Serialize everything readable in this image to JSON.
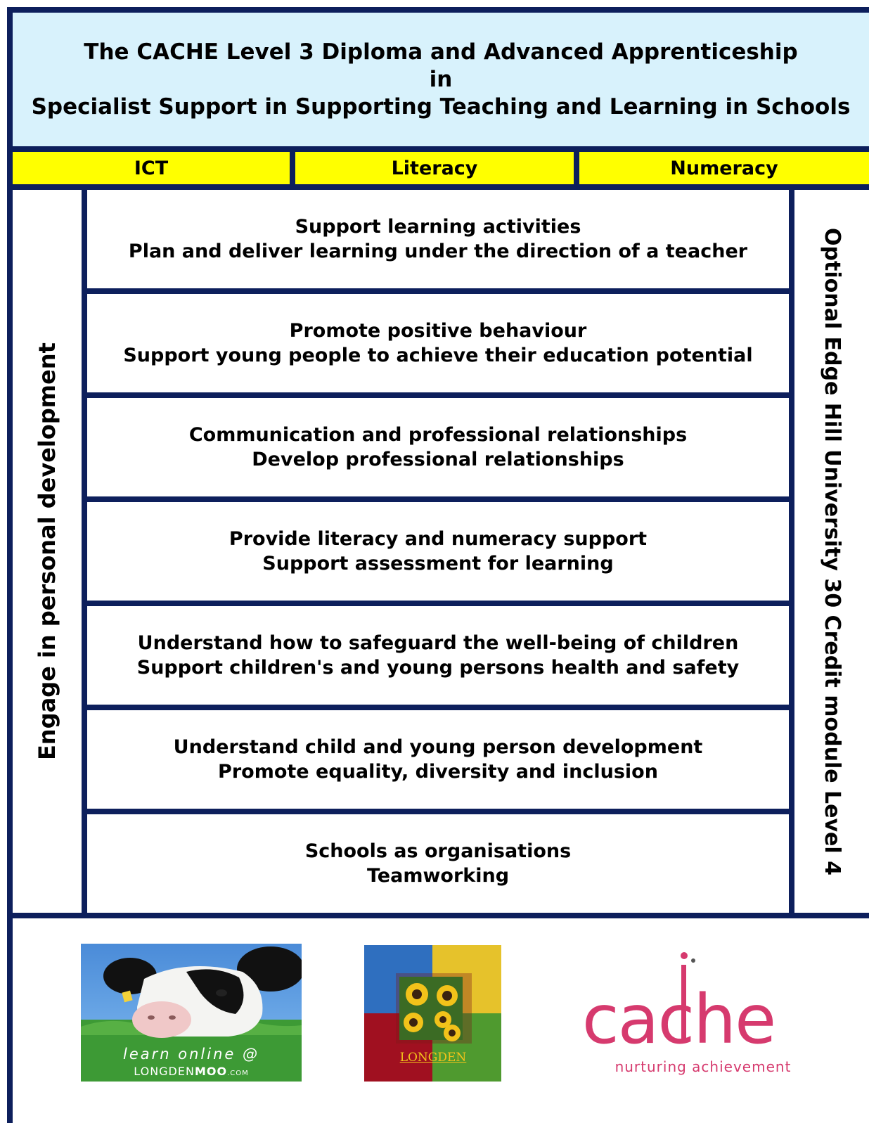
{
  "title": {
    "line1": "The CACHE Level 3 Diploma and Advanced Apprenticeship",
    "line2": "in",
    "line3": "Specialist Support in Supporting Teaching and Learning in Schools"
  },
  "tabs": [
    "ICT",
    "Literacy",
    "Numeracy"
  ],
  "left_label": "Engage in personal development",
  "right_label": "Optional Edge Hill University 30 Credit module Level 4",
  "units": [
    {
      "line1": "Support learning activities",
      "line2": "Plan and deliver learning under the direction of a teacher"
    },
    {
      "line1": "Promote positive behaviour",
      "line2": "Support young people to  achieve their education potential"
    },
    {
      "line1": "Communication and professional relationships",
      "line2": "Develop professional relationships"
    },
    {
      "line1": "Provide literacy and numeracy support",
      "line2": "Support assessment for learning"
    },
    {
      "line1": "Understand how to safeguard the well-being of children",
      "line2": "Support children's and young persons health and safety"
    },
    {
      "line1": "Understand child and young person development",
      "line2": "Promote equality, diversity and inclusion"
    },
    {
      "line1": "Schools as organisations",
      "line2": "Teamworking"
    }
  ],
  "logos": {
    "moo": {
      "tagline": "learn online @",
      "brand_a": "LONGDEN",
      "brand_b": "MOO",
      "brand_c": ".COM"
    },
    "longden": {
      "name": "LONGDEN"
    },
    "cache": {
      "name": "cache",
      "tagline": "nurturing achievement"
    }
  },
  "colors": {
    "border": "#0d1f5c",
    "title_bg": "#d8f2fc",
    "tab_bg": "#ffff00",
    "cache_pink": "#d63a6e"
  }
}
